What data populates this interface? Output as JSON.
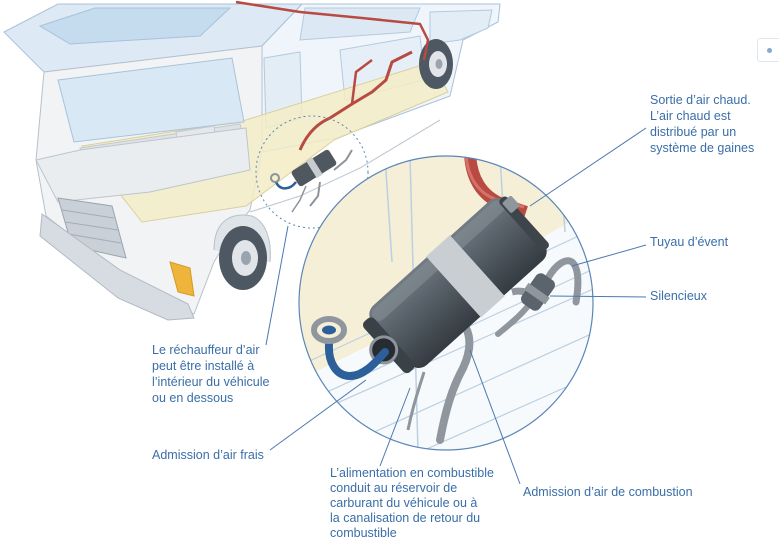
{
  "labels": {
    "hot_air_outlet": [
      "Sortie d’air chaud.",
      "L’air chaud est",
      "distribué par un",
      "système de gaines"
    ],
    "vent_pipe": "Tuyau d’évent",
    "silencer": "Silencieux",
    "heater_location": [
      "Le réchauffeur d’air",
      "peut être installé à",
      "l’intérieur du véhicule",
      "ou en dessous"
    ],
    "fresh_air_intake": "Admission d’air frais",
    "fuel_supply": [
      "L’alimentation en combustible",
      "conduit au réservoir de",
      "carburant du véhicule ou à",
      "la canalisation de retour du",
      "combustible"
    ],
    "combustion_air_intake": "Admission d’air de combustion"
  },
  "colors": {
    "label_text": "#3a6ea8",
    "leader_line": "#4a79b0",
    "hot_air_duct": "#b84a42",
    "fresh_air_hose": "#2d5f9a",
    "heater_body": "#4f585f",
    "van_glass": "#d9e8f5",
    "interior_floor": "#f3ecc6",
    "headlight": "#efb43c"
  },
  "icons": {
    "side_tab": "dot-icon"
  }
}
